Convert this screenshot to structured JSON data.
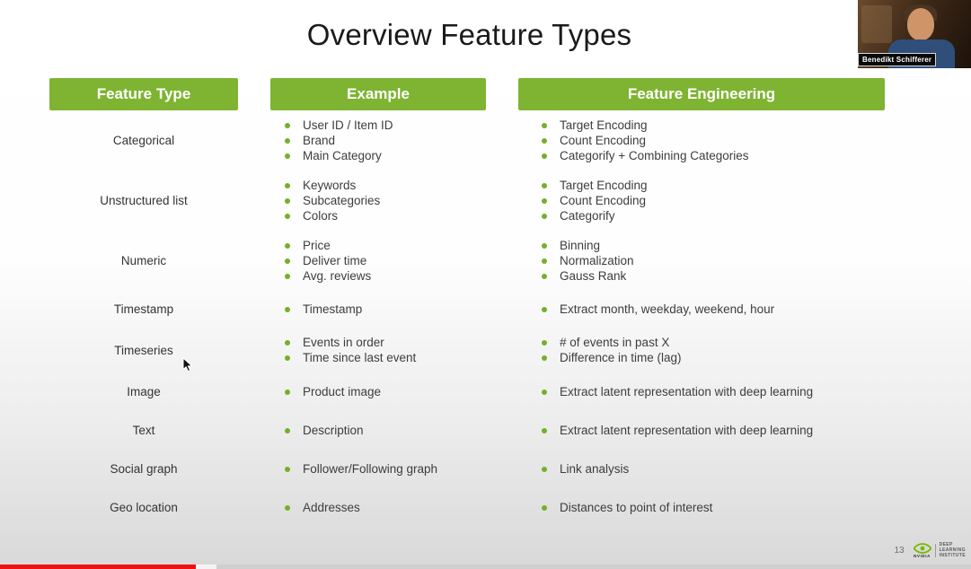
{
  "title": "Overview Feature Types",
  "colors": {
    "header_green": "#7eb432",
    "bullet_green": "#74b02a",
    "text_dark": "#3d3d3d",
    "nvidia_green": "#76b900",
    "progress_red": "#ee1111"
  },
  "table": {
    "headers": [
      "Feature Type",
      "Example",
      "Feature Engineering"
    ],
    "rows": [
      {
        "feature_type": "Categorical",
        "examples": [
          "User ID / Item ID",
          "Brand",
          "Main Category"
        ],
        "engineering": [
          "Target Encoding",
          "Count Encoding",
          "Categorify + Combining Categories"
        ]
      },
      {
        "feature_type": "Unstructured list",
        "examples": [
          "Keywords",
          "Subcategories",
          "Colors"
        ],
        "engineering": [
          "Target Encoding",
          "Count Encoding",
          "Categorify"
        ]
      },
      {
        "feature_type": "Numeric",
        "examples": [
          "Price",
          "Deliver time",
          "Avg. reviews"
        ],
        "engineering": [
          "Binning",
          "Normalization",
          "Gauss Rank"
        ]
      },
      {
        "feature_type": "Timestamp",
        "examples": [
          "Timestamp"
        ],
        "engineering": [
          "Extract month, weekday, weekend, hour"
        ]
      },
      {
        "feature_type": "Timeseries",
        "examples": [
          "Events in order",
          "Time since last event"
        ],
        "engineering": [
          "# of events in past X",
          "Difference in time (lag)"
        ]
      },
      {
        "feature_type": "Image",
        "examples": [
          "Product image"
        ],
        "engineering": [
          "Extract latent representation with deep learning"
        ]
      },
      {
        "feature_type": "Text",
        "examples": [
          "Description"
        ],
        "engineering": [
          "Extract latent representation with deep learning"
        ]
      },
      {
        "feature_type": "Social graph",
        "examples": [
          "Follower/Following graph"
        ],
        "engineering": [
          "Link analysis"
        ]
      },
      {
        "feature_type": "Geo location",
        "examples": [
          "Addresses"
        ],
        "engineering": [
          "Distances to point of interest"
        ]
      }
    ]
  },
  "webcam": {
    "label": "Benedikt Schifferer"
  },
  "footer": {
    "page_number": "13",
    "brand": "NVIDIA",
    "logo_lines": [
      "DEEP",
      "LEARNING",
      "INSTITUTE"
    ]
  }
}
